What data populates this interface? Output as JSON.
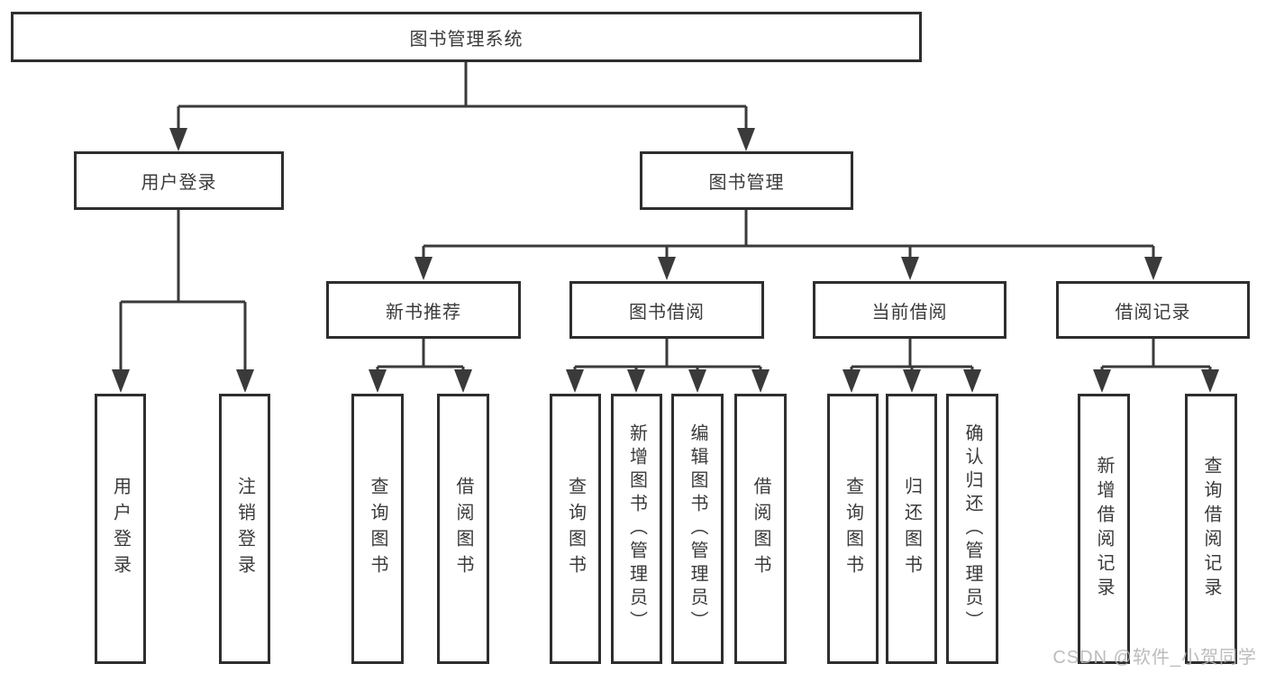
{
  "theme": {
    "background": "#ffffff",
    "line_color": "#3a3a3a",
    "box_border": "#2e2e2e",
    "text_color": "#3a3a3a",
    "watermark_color": "#b5b5b5"
  },
  "tree": {
    "label": "图书管理系统",
    "children": [
      {
        "label": "用户登录",
        "children": [
          {
            "label": "用户登录"
          },
          {
            "label": "注销登录"
          }
        ]
      },
      {
        "label": "图书管理",
        "children": [
          {
            "label": "新书推荐",
            "children": [
              {
                "label": "查询图书"
              },
              {
                "label": "借阅图书"
              }
            ]
          },
          {
            "label": "图书借阅",
            "children": [
              {
                "label": "查询图书"
              },
              {
                "label": "新增图书（管理员）"
              },
              {
                "label": "编辑图书（管理员）"
              },
              {
                "label": "借阅图书"
              }
            ]
          },
          {
            "label": "当前借阅",
            "children": [
              {
                "label": "查询图书"
              },
              {
                "label": "归还图书"
              },
              {
                "label": "确认归还（管理员）"
              }
            ]
          },
          {
            "label": "借阅记录",
            "children": [
              {
                "label": "新增借阅记录"
              },
              {
                "label": "查询借阅记录"
              }
            ]
          }
        ]
      }
    ]
  },
  "watermark": {
    "text": "CSDN @软件_小贺同学"
  }
}
